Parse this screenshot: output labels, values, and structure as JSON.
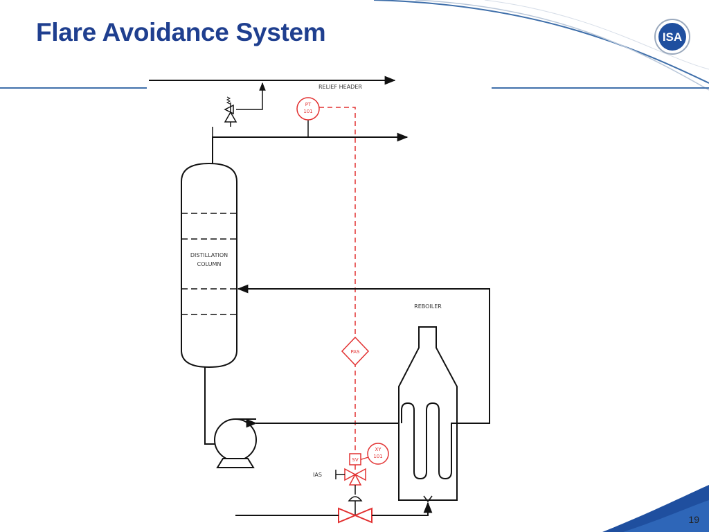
{
  "slide": {
    "title": "Flare Avoidance System",
    "page_number": "19",
    "logo_text": "ISA"
  },
  "diagram": {
    "relief_header": "RELIEF HEADER",
    "column_line1": "DISTILLATION",
    "column_line2": "COLUMN",
    "reboiler": "REBOILER",
    "pt_tag": "PT",
    "pt_num": "101",
    "pas_tag": "PAS",
    "xy_tag": "XY",
    "xy_num": "101",
    "sv_tag": "SV",
    "ias_label": "IAS"
  },
  "colors": {
    "title": "#1f3f8f",
    "process_line": "#111111",
    "instrument": "#e23030",
    "accent": "#1f4f9f"
  }
}
